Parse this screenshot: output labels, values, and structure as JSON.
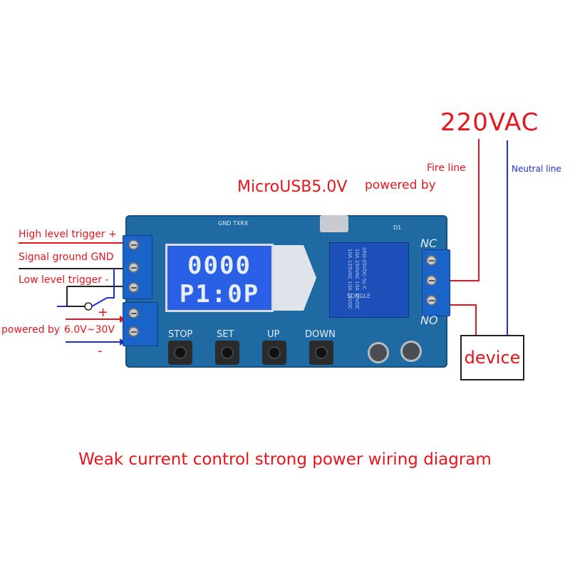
{
  "supply": {
    "voltage_label": "220VAC",
    "fire_line": "Fire line",
    "neutral_line": "Neutral line"
  },
  "usb": {
    "label": "MicroUSB5.0V",
    "suffix": "powered by"
  },
  "left_labels": {
    "high_trigger": "High level trigger +",
    "signal_ground": "Signal ground GND",
    "low_trigger": "Low level trigger -",
    "powered_by": "powered by",
    "voltage_range": "6.0V~30V",
    "plus": "+",
    "minus": "-"
  },
  "board": {
    "header_pins": "GND TXRX",
    "lcd_line1": "0000",
    "lcd_line2": "P1:0P",
    "nc_label": "NC",
    "no_label": "NO",
    "d1_label": "D1",
    "buttons": [
      "STOP",
      "SET",
      "UP",
      "DOWN"
    ],
    "relay_lines": [
      "SRD-05VDC-SL-C",
      "10A 250VAC  10A 30VDC",
      "10A 125VAC  10A 28VDC",
      "SONGLE"
    ]
  },
  "device": {
    "label": "device"
  },
  "caption": "Weak current control strong power wiring diagram",
  "colors": {
    "red": "#e8141b",
    "blue": "#1e2fd6",
    "board": "#1f6aa3"
  }
}
